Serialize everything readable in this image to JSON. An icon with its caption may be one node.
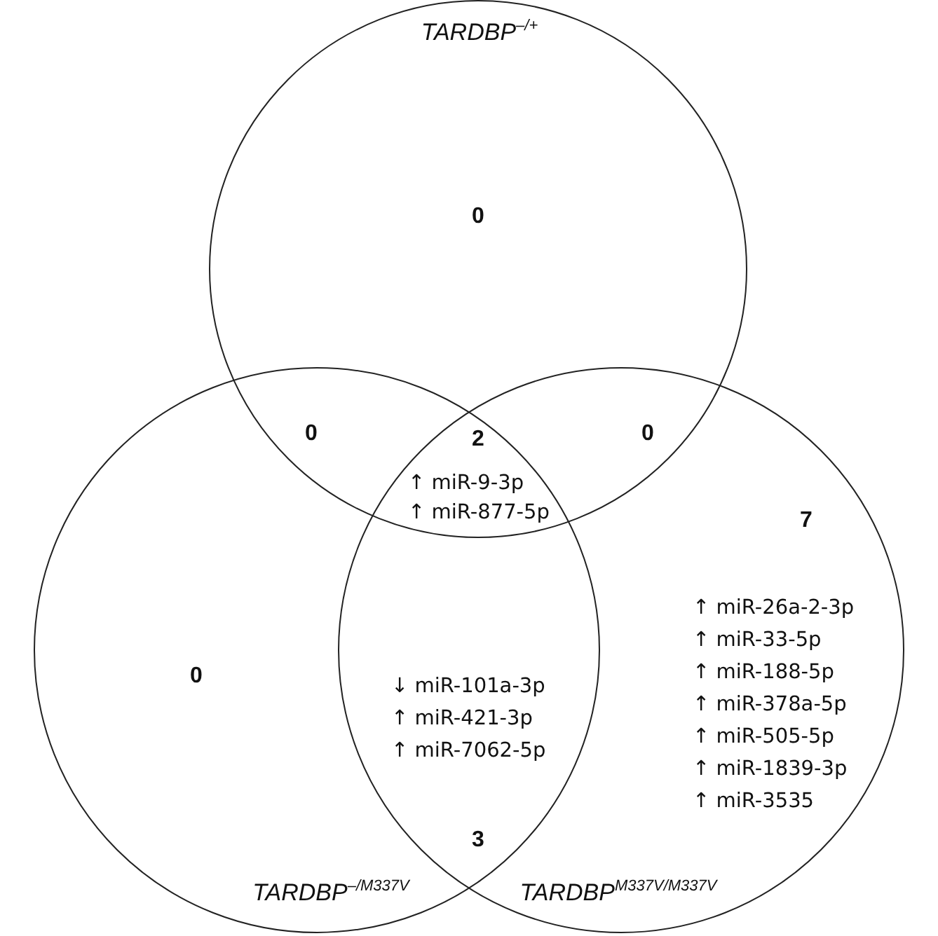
{
  "diagram": {
    "nodes": [
      {
        "text": [
          "TARDBP$^{–/+}$"
        ]
      },
      {
        "text": [
          "TARDBP$^{–/M337V}$"
        ]
      },
      {
        "text": [
          "TARDBP$^{M337V/M337V}$"
        ]
      }
    ],
    "labels": [
      "0",
      "0",
      "2",
      "0",
      "↑ miR-9-3p",
      "↑ miR-877-5p",
      "7",
      "↑ miR-26a-2-3p",
      "↑ miR-33-5p",
      "↑ miR-188-5p",
      "↑ miR-378a-5p",
      "↑ miR-505-5p",
      "↑ miR-1839-3p",
      "↑ miR-3535",
      "0",
      "↓ miR-101a-3p",
      "↑ miR-421-3p",
      "↑ miR-7062-5p",
      "3"
    ]
  }
}
